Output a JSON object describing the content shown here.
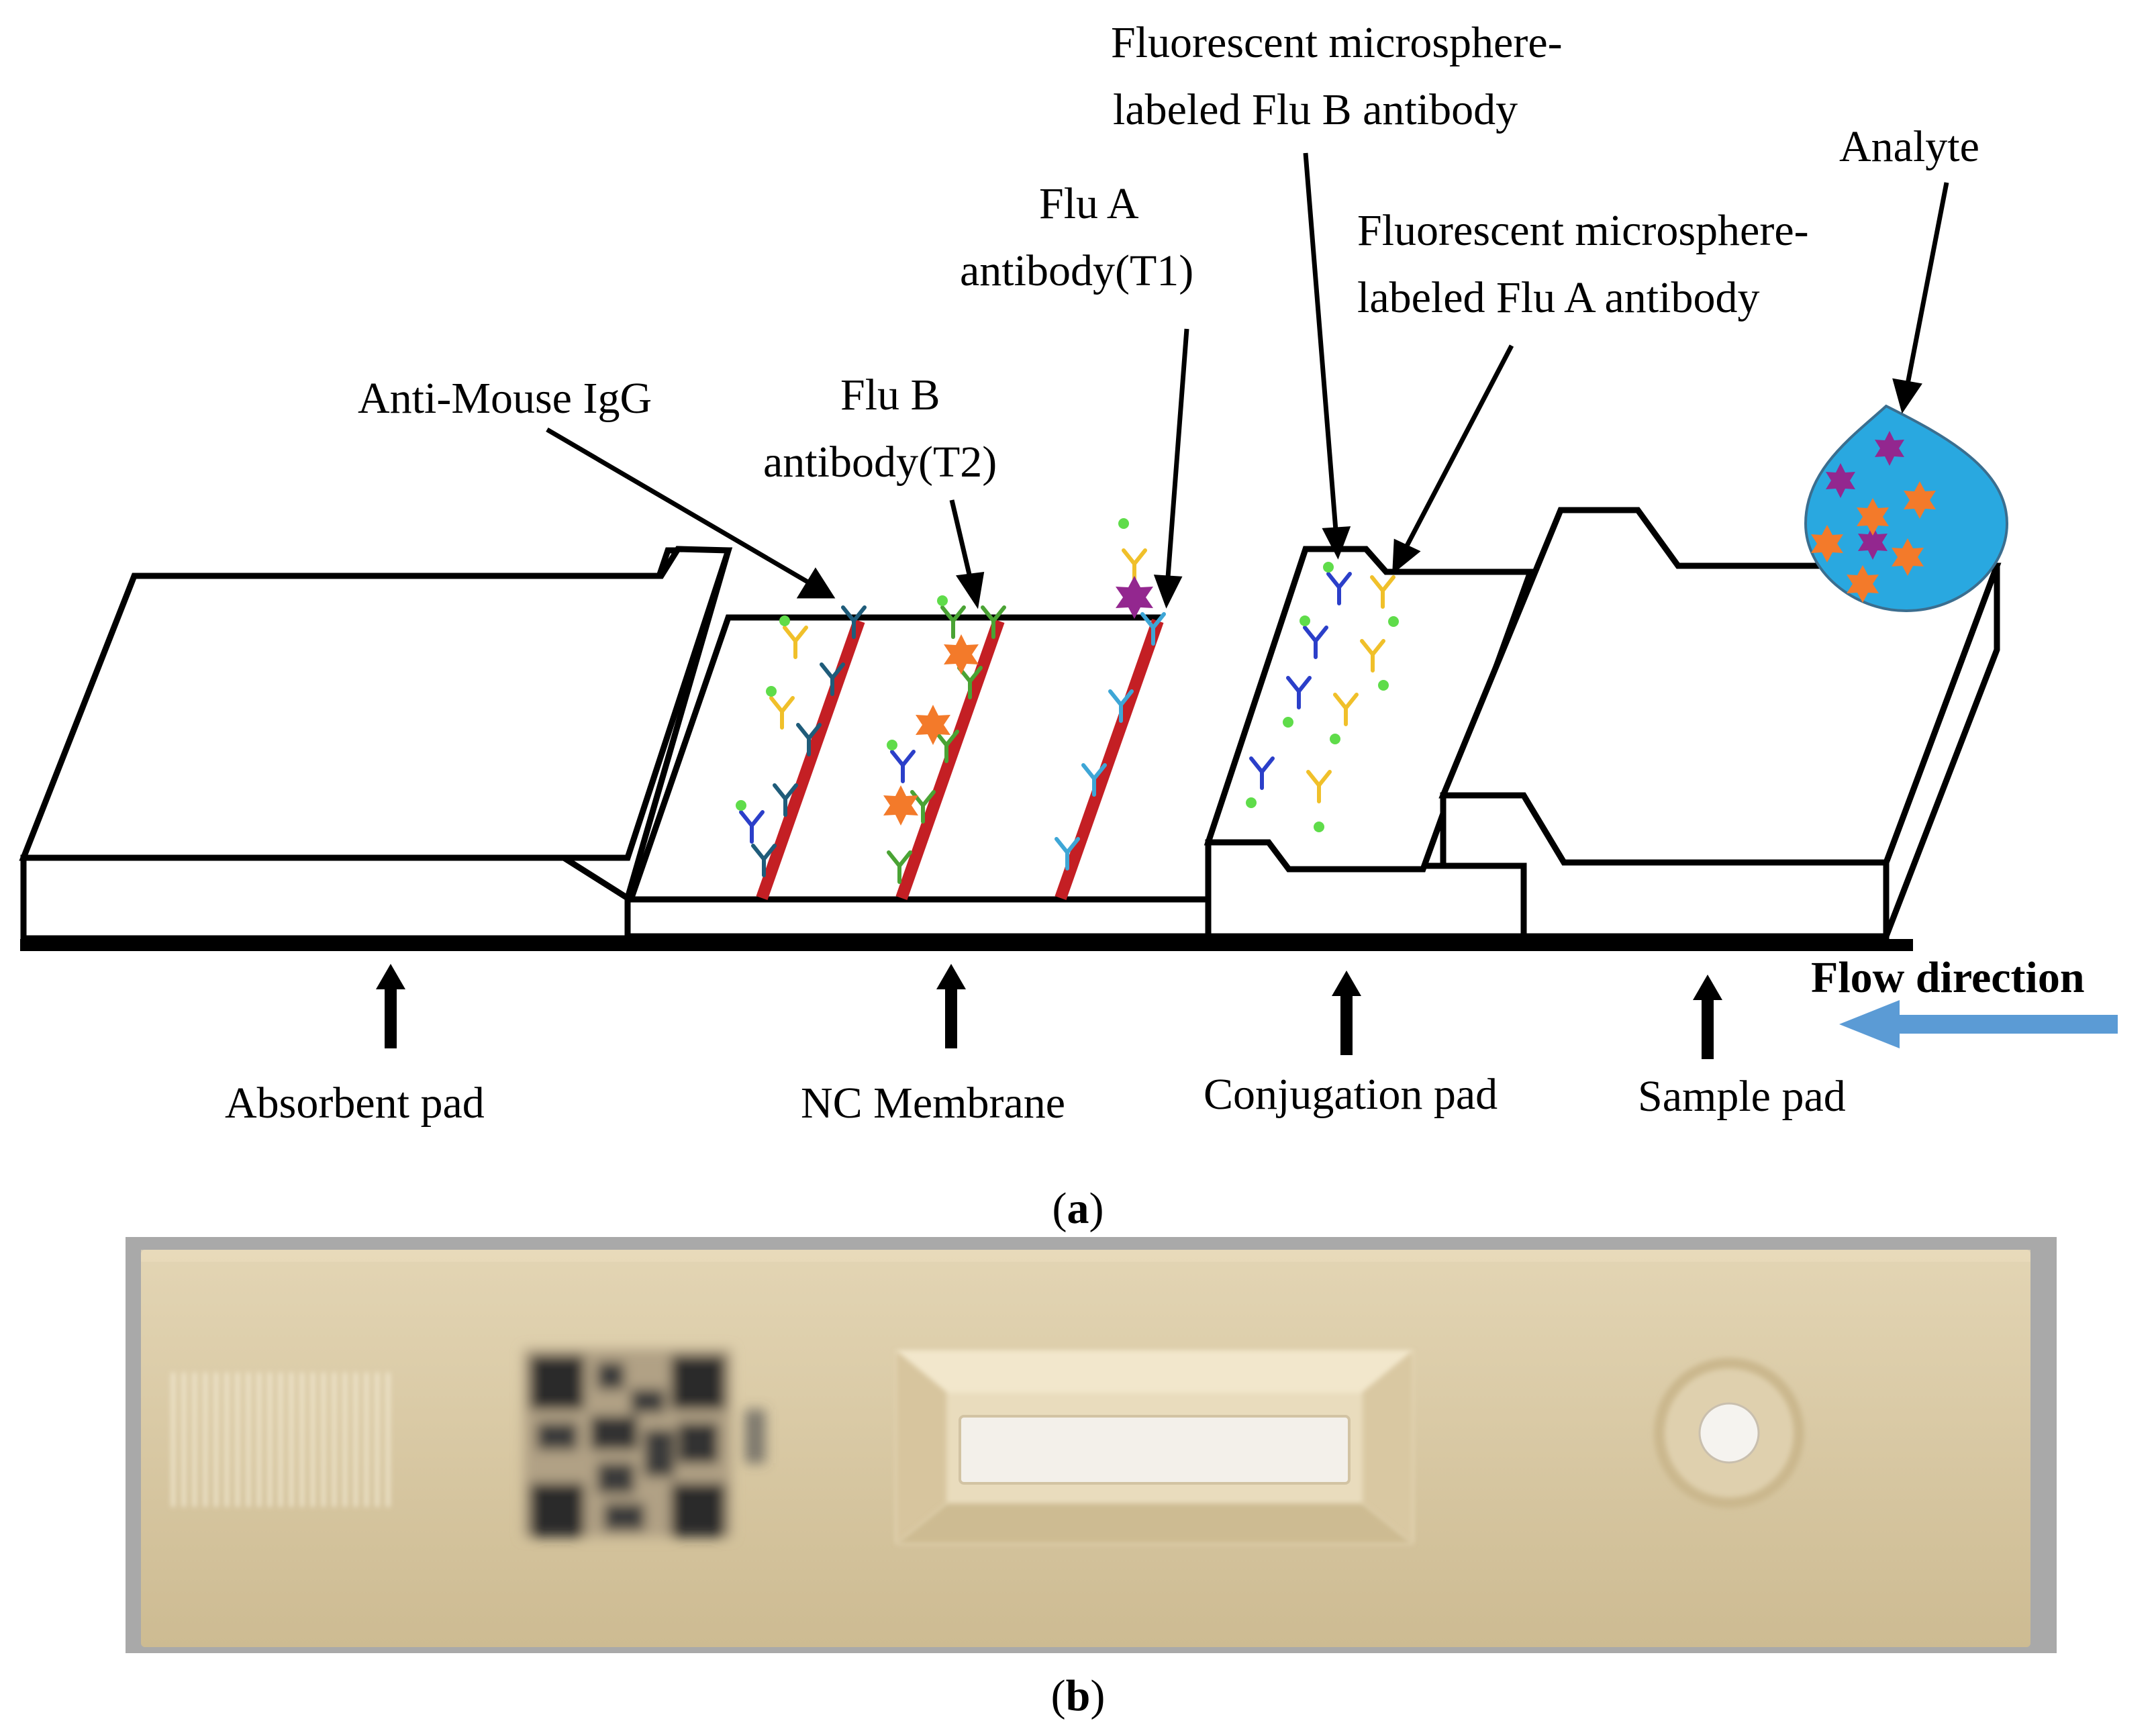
{
  "panel_a": {
    "caption_letter": "a",
    "labels": {
      "anti_mouse_igg": "Anti-Mouse IgG",
      "flu_b_line1": "Flu B",
      "flu_b_line2": "antibody(T2)",
      "flu_a_line1": "Flu A",
      "flu_a_line2": "antibody(T1)",
      "fluor_b_line1": "Fluorescent microsphere-",
      "fluor_b_line2": "labeled Flu B antibody",
      "fluor_a_line1": "Fluorescent microsphere-",
      "fluor_a_line2": "labeled Flu A antibody",
      "analyte": "Analyte",
      "flow_direction": "Flow direction"
    },
    "parts": {
      "absorbent_pad": "Absorbent pad",
      "nc_membrane": "NC Membrane",
      "conjugation_pad": "Conjugation pad",
      "sample_pad": "Sample pad"
    }
  },
  "panel_b": {
    "caption_letter": "b"
  },
  "colors": {
    "test_line": "#c41f24",
    "flu_b_antigen": "#f37a2a",
    "flu_a_antigen": "#93278f",
    "drop": "#29a8e0",
    "flow_arrow": "#5b9bd5",
    "cassette": "#d9c9a4",
    "antibody_navy": "#1f5c7a",
    "antibody_green": "#4aa334",
    "antibody_lightblue": "#3ea6d6",
    "antibody_blue": "#2b3fc9",
    "antibody_yellow": "#f0c02a",
    "microsphere": "#5fdc4a"
  }
}
